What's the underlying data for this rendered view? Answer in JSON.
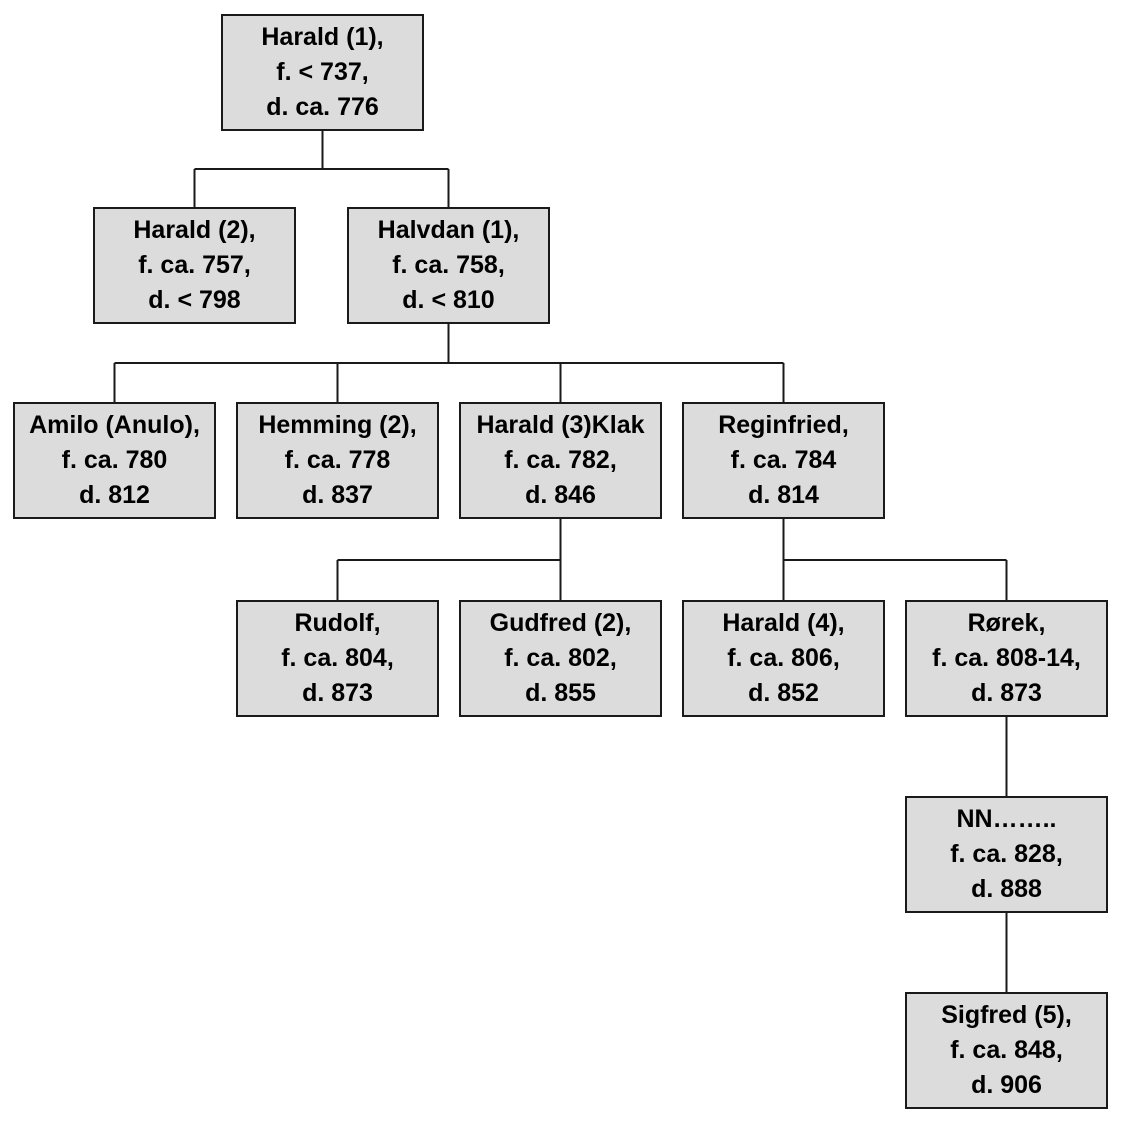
{
  "nodes": [
    {
      "id": "harald-1",
      "lines": [
        "Harald (1),",
        "f. < 737,",
        "d. ca. 776"
      ]
    },
    {
      "id": "harald-2",
      "lines": [
        "Harald (2),",
        "f. ca. 757,",
        "d. < 798"
      ]
    },
    {
      "id": "halvdan-1",
      "lines": [
        "Halvdan (1),",
        "f. ca. 758,",
        "d. < 810"
      ]
    },
    {
      "id": "amilo",
      "lines": [
        "Amilo (Anulo),",
        "f. ca. 780",
        "d. 812"
      ]
    },
    {
      "id": "hemming-2",
      "lines": [
        "Hemming (2),",
        "f. ca. 778",
        "d. 837"
      ]
    },
    {
      "id": "harald-3-klak",
      "lines": [
        "Harald (3)Klak",
        "f. ca. 782,",
        "d. 846"
      ]
    },
    {
      "id": "reginfried",
      "lines": [
        "Reginfried,",
        "f. ca. 784",
        "d. 814"
      ]
    },
    {
      "id": "rudolf",
      "lines": [
        "Rudolf,",
        "f. ca. 804,",
        "d. 873"
      ]
    },
    {
      "id": "gudfred-2",
      "lines": [
        "Gudfred (2),",
        "f. ca. 802,",
        "d. 855"
      ]
    },
    {
      "id": "harald-4",
      "lines": [
        "Harald (4),",
        "f. ca. 806,",
        "d. 852"
      ]
    },
    {
      "id": "rorek",
      "lines": [
        "Rørek,",
        "f. ca. 808-14,",
        "d. 873"
      ]
    },
    {
      "id": "nn",
      "lines": [
        "NN……..",
        "f. ca. 828,",
        "d. 888"
      ]
    },
    {
      "id": "sigfred-5",
      "lines": [
        "Sigfred (5),",
        "f. ca. 848,",
        "d. 906"
      ]
    }
  ],
  "edges": [
    {
      "parent": "harald-1",
      "children": [
        "harald-2",
        "halvdan-1"
      ]
    },
    {
      "parent": "halvdan-1",
      "children": [
        "amilo",
        "hemming-2",
        "harald-3-klak",
        "reginfried"
      ]
    },
    {
      "parent": "harald-3-klak",
      "children": [
        "rudolf",
        "gudfred-2"
      ]
    },
    {
      "parent": "reginfried",
      "children": [
        "harald-4",
        "rorek"
      ]
    },
    {
      "parent": "rorek",
      "children": [
        "nn"
      ]
    },
    {
      "parent": "nn",
      "children": [
        "sigfred-5"
      ]
    }
  ],
  "colors": {
    "box_fill": "#dcdcdc",
    "box_border": "#1a1a1a",
    "connector": "#1a1a1a",
    "text": "#000000"
  }
}
